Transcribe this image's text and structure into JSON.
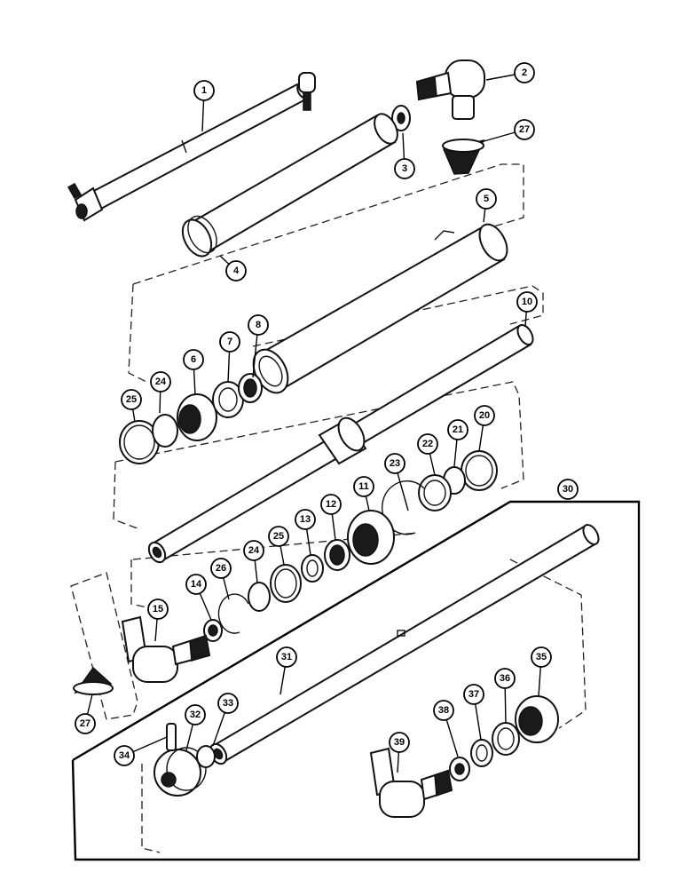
{
  "callouts": [
    {
      "label": "1"
    },
    {
      "label": "2"
    },
    {
      "label": "27"
    },
    {
      "label": "3"
    },
    {
      "label": "4"
    },
    {
      "label": "5"
    },
    {
      "label": "10"
    },
    {
      "label": "8"
    },
    {
      "label": "7"
    },
    {
      "label": "6"
    },
    {
      "label": "24"
    },
    {
      "label": "25"
    },
    {
      "label": "20"
    },
    {
      "label": "21"
    },
    {
      "label": "22"
    },
    {
      "label": "23"
    },
    {
      "label": "11"
    },
    {
      "label": "12"
    },
    {
      "label": "13"
    },
    {
      "label": "25"
    },
    {
      "label": "24"
    },
    {
      "label": "26"
    },
    {
      "label": "14"
    },
    {
      "label": "15"
    },
    {
      "label": "27"
    },
    {
      "label": "30"
    },
    {
      "label": "31"
    },
    {
      "label": "33"
    },
    {
      "label": "32"
    },
    {
      "label": "34"
    },
    {
      "label": "35"
    },
    {
      "label": "36"
    },
    {
      "label": "37"
    },
    {
      "label": "38"
    },
    {
      "label": "39"
    }
  ]
}
